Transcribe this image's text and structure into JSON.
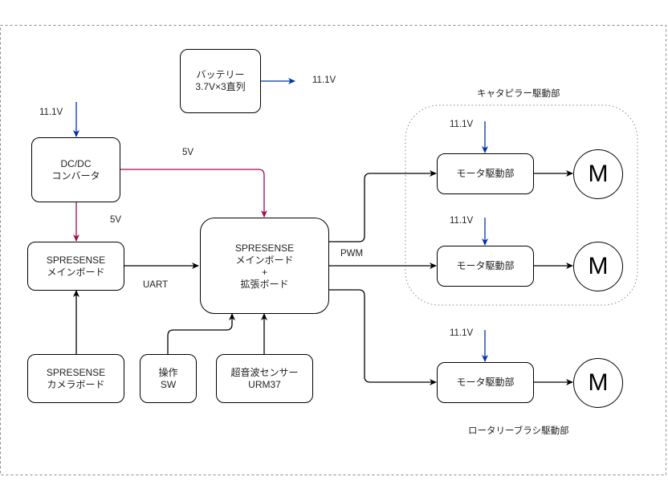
{
  "diagram": {
    "groups": {
      "caterpillar": {
        "label": "キャタピラー駆動部"
      },
      "rotary_brush": {
        "label": "ロータリーブラシ駆動部"
      }
    },
    "blocks": {
      "battery": {
        "lines": [
          "バッテリー",
          "3.7V×3直列"
        ]
      },
      "dcdc": {
        "lines": [
          "DC/DC",
          "コンバータ"
        ]
      },
      "spresense_main": {
        "lines": [
          "SPRESENSE",
          "メインボード"
        ]
      },
      "spresense_camera": {
        "lines": [
          "SPRESENSE",
          "カメラボード"
        ]
      },
      "spresense_main_ext": {
        "lines": [
          "SPRESENSE",
          "メインボード",
          "+",
          "拡張ボード"
        ]
      },
      "switch": {
        "lines": [
          "操作",
          "SW"
        ]
      },
      "ultrasonic": {
        "lines": [
          "超音波センサー",
          "URM37"
        ]
      },
      "motor_driver_1": {
        "lines": [
          "モータ駆動部"
        ]
      },
      "motor_driver_2": {
        "lines": [
          "モータ駆動部"
        ]
      },
      "motor_driver_3": {
        "lines": [
          "モータ駆動部"
        ]
      },
      "motor_1": {
        "label": "M"
      },
      "motor_2": {
        "label": "M"
      },
      "motor_3": {
        "label": "M"
      }
    },
    "edge_labels": {
      "battery_out": "11.1V",
      "dcdc_in": "11.1V",
      "dcdc_to_ext": "5V",
      "dcdc_to_main": "5V",
      "uart": "UART",
      "pwm": "PWM",
      "driver1_in": "11.1V",
      "driver2_in": "11.1V",
      "driver3_in": "11.1V"
    },
    "colors": {
      "power_11v": "#0033aa",
      "power_5v": "#a20a50",
      "signal": "#000000",
      "dashed_border": "#888888"
    }
  }
}
